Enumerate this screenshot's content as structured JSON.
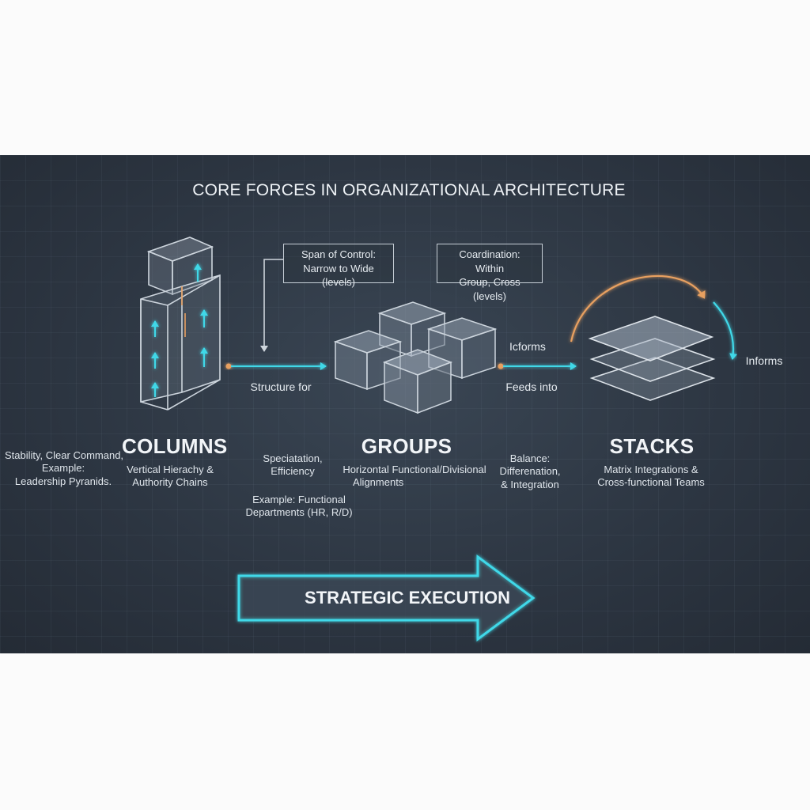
{
  "title": "CORE FORCES IN ORGANIZATIONAL ARCHITECTURE",
  "columns": {
    "heading": "COLUMNS",
    "subtitle": [
      "Vertical Hierachy &",
      "Authority Chains"
    ],
    "side_note": [
      "Stability, Clear Command,",
      "Example:",
      "Leadership Pyranids."
    ]
  },
  "groups": {
    "heading": "GROUPS",
    "subtitle": [
      "Horizontal Functional/Divisional",
      "Alignments"
    ],
    "left_note": [
      "Speciatation,",
      "Efficiency"
    ],
    "example": [
      "Example: Functional",
      "Departments (HR, R/D)"
    ]
  },
  "stacks": {
    "heading": "STACKS",
    "subtitle": [
      "Matrix Integrations &",
      "Cross-functional Teams"
    ],
    "left_note": [
      "Balance:",
      "Differenation,",
      "& Integration"
    ]
  },
  "boxes": {
    "span": [
      "Span of Control:",
      "Narrow to Wide (levels)"
    ],
    "coordination": [
      "Coardination: Within",
      "Group, Cross (levels)"
    ]
  },
  "connectors": {
    "structure_for": "Structure for",
    "icforms": "Icforms",
    "feeds_into": "Feeds into",
    "informs": "Informs"
  },
  "execution": "STRATEGIC EXECUTION",
  "colors": {
    "accent": "#3fd8e8",
    "orange": "#e8a061",
    "panel": "#2c3541"
  }
}
